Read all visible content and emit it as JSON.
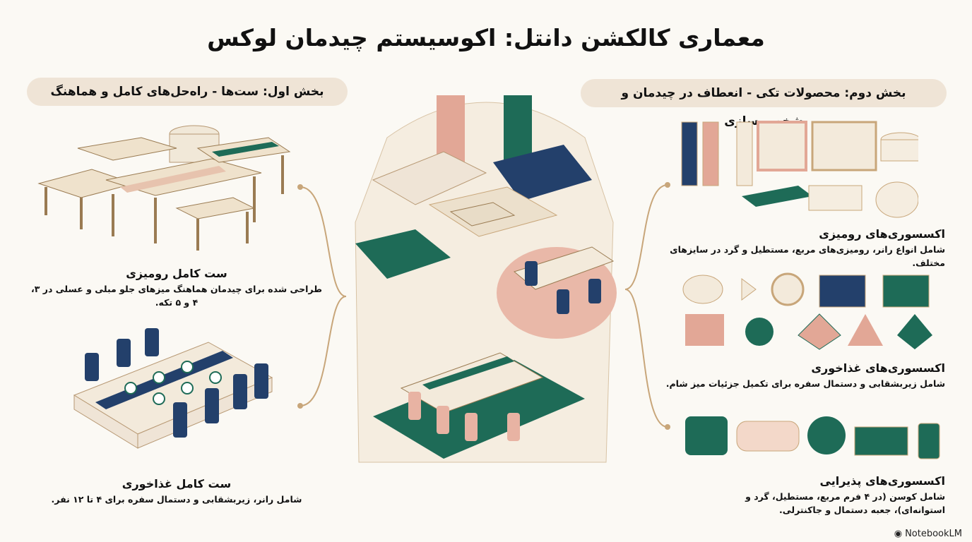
{
  "title": "معماری کالکشن دانتل: اکوسیستم چیدمان لوکس",
  "left_section": {
    "header": "بخش اول: ست‌ها - راه‌حل‌های کامل و هماهنگ",
    "items": [
      {
        "title": "ست کامل رومیزی",
        "description": "طراحی شده برای چیدمان هماهنگ میزهای جلو مبلی و عسلی در ۳، ۴ و ۵ تکه."
      },
      {
        "title": "ست کامل غذاخوری",
        "description": "شامل رانر، زیربشقابی و دستمال سفره برای ۴ تا ۱۲ نفر."
      }
    ]
  },
  "right_section": {
    "header": "بخش دوم: محصولات تکی - انعطاف در چیدمان و شخصی‌سازی",
    "items": [
      {
        "title": "اکسسوری‌های رومیزی",
        "description": "شامل انواع رانر، رومیزی‌های مربع، مستطیل و گرد در سایزهای مختلف."
      },
      {
        "title": "اکسسوری‌های غذاخوری",
        "description": "شامل زیربشقابی و دستمال سفره برای تکمیل جزئیات میز شام."
      },
      {
        "title": "اکسسوری‌های پذیرایی",
        "description": "شامل کوسن (در ۴ فرم مربع، مستطیل، گرد و استوانه‌ای)، جعبه دستمال و جاکنترلی."
      }
    ]
  },
  "brand": "NotebookLM",
  "colors": {
    "teal": "#1e6b57",
    "navy": "#23406b",
    "pink": "#e2a796",
    "cream": "#f3eadb",
    "gold": "#c8a67a",
    "pill": "#efe4d6"
  }
}
